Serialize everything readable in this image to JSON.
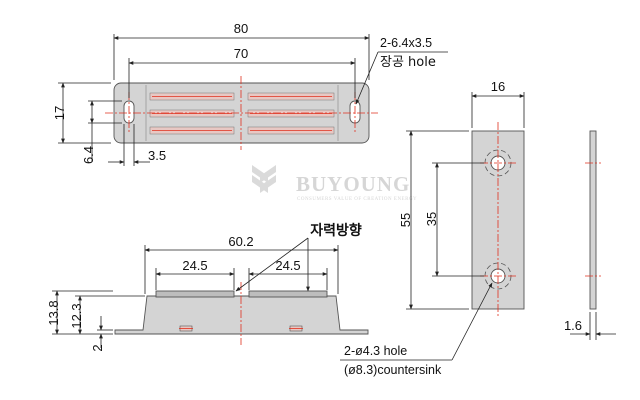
{
  "dimensions": {
    "top_length": "80",
    "top_inner": "70",
    "top_height": "17",
    "slot_offset": "6.4",
    "slot_width": "3.5",
    "slot_callout_line1": "2-6.4x3.5",
    "slot_callout_line2": "장공 hole",
    "front_length": "60.2",
    "front_left_magnet": "24.5",
    "front_right_magnet": "24.5",
    "front_total_height": "13.8",
    "front_body_height": "12.3",
    "front_base": "2",
    "magnet_direction_label": "자력방향",
    "plate_width": "16",
    "plate_length": "55",
    "hole_spacing": "35",
    "plate_thickness": "1.6",
    "hole_callout_line1": "2-ø4.3 hole",
    "hole_callout_line2": "(ø8.3)countersink"
  },
  "watermark": {
    "brand": "BUYOUNG",
    "tagline": "CONSUMERS VALUE OF CREATION ENERGY"
  },
  "colors": {
    "centerline": "#e0301e",
    "part_fill": "#d4d4d4",
    "outline": "#555555",
    "dimension_line": "#222222",
    "watermark": "#d2d2d2"
  }
}
